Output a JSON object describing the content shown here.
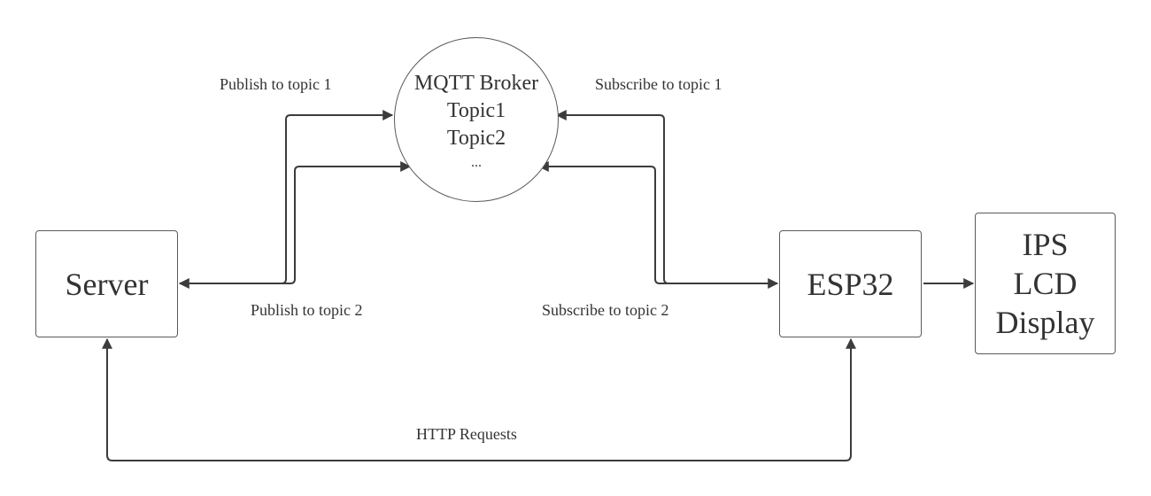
{
  "nodes": {
    "broker": {
      "title": "MQTT Broker",
      "topic1": "Topic1",
      "topic2": "Topic2",
      "more": "..."
    },
    "server": {
      "label": "Server"
    },
    "esp32": {
      "label": "ESP32"
    },
    "display": {
      "line1": "IPS",
      "line2": "LCD",
      "line3": "Display"
    }
  },
  "edges": {
    "publish_topic1": "Publish to topic 1",
    "publish_topic2": "Publish to topic 2",
    "subscribe_topic1": "Subscribe to topic 1",
    "subscribe_topic2": "Subscribe to topic 2",
    "http_requests": "HTTP Requests"
  },
  "colors": {
    "line": "#3c3c3c",
    "border": "#5a5a5a",
    "text": "#333333"
  }
}
